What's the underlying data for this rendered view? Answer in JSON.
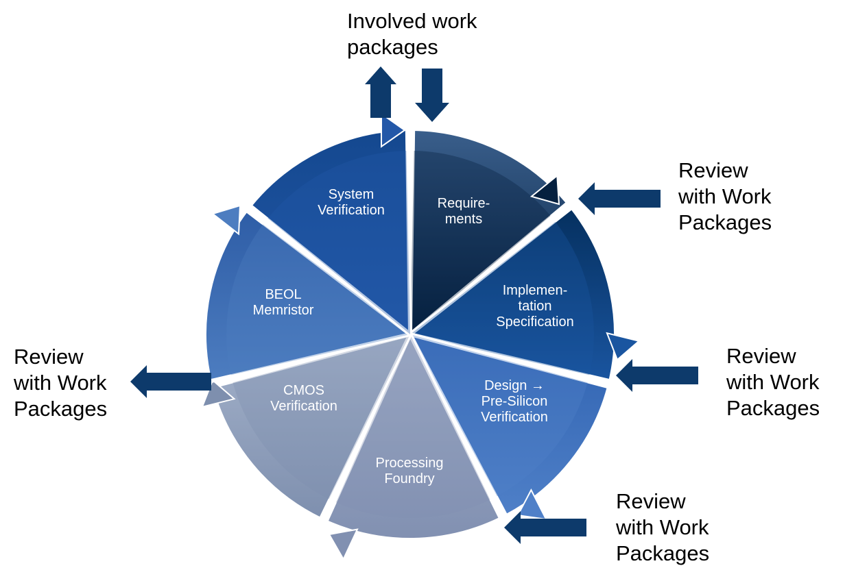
{
  "cycle": {
    "segments": [
      {
        "id": "requirements",
        "lines": [
          "Require-",
          "ments"
        ],
        "colors": [
          "#3a5f8c",
          "#05203f"
        ]
      },
      {
        "id": "implementation",
        "lines": [
          "Implemen-",
          "tation",
          "Specification"
        ],
        "colors": [
          "#05305f",
          "#1a55a0"
        ]
      },
      {
        "id": "design",
        "lines": [
          "Design →",
          "Pre-Silicon",
          "Verification"
        ],
        "colors": [
          "#2f62b0",
          "#4f80c8"
        ]
      },
      {
        "id": "processing",
        "lines": [
          "Processing",
          "Foundry"
        ],
        "colors": [
          "#a3b0c9",
          "#8190b1"
        ]
      },
      {
        "id": "cmos",
        "lines": [
          "CMOS",
          "Verification"
        ],
        "colors": [
          "#a5b3cb",
          "#7e8fae"
        ]
      },
      {
        "id": "beol",
        "lines": [
          "BEOL",
          "Memristor"
        ],
        "colors": [
          "#2e5da6",
          "#4d7dc0"
        ]
      },
      {
        "id": "system",
        "lines": [
          "System",
          "Verification"
        ],
        "colors": [
          "#14488f",
          "#2358a8"
        ]
      }
    ]
  },
  "labels": {
    "involved": [
      "Involved  work",
      "packages"
    ],
    "review_right_top": [
      "Review",
      "with Work",
      "Packages"
    ],
    "review_right_mid": [
      "Review",
      "with Work",
      "Packages"
    ],
    "review_bottom": [
      "Review",
      "with Work",
      "Packages"
    ],
    "review_left": [
      "Review",
      "with Work",
      "Packages"
    ]
  },
  "colors": {
    "arrow": "#0d3a6b",
    "ring": "#1c55a0"
  }
}
